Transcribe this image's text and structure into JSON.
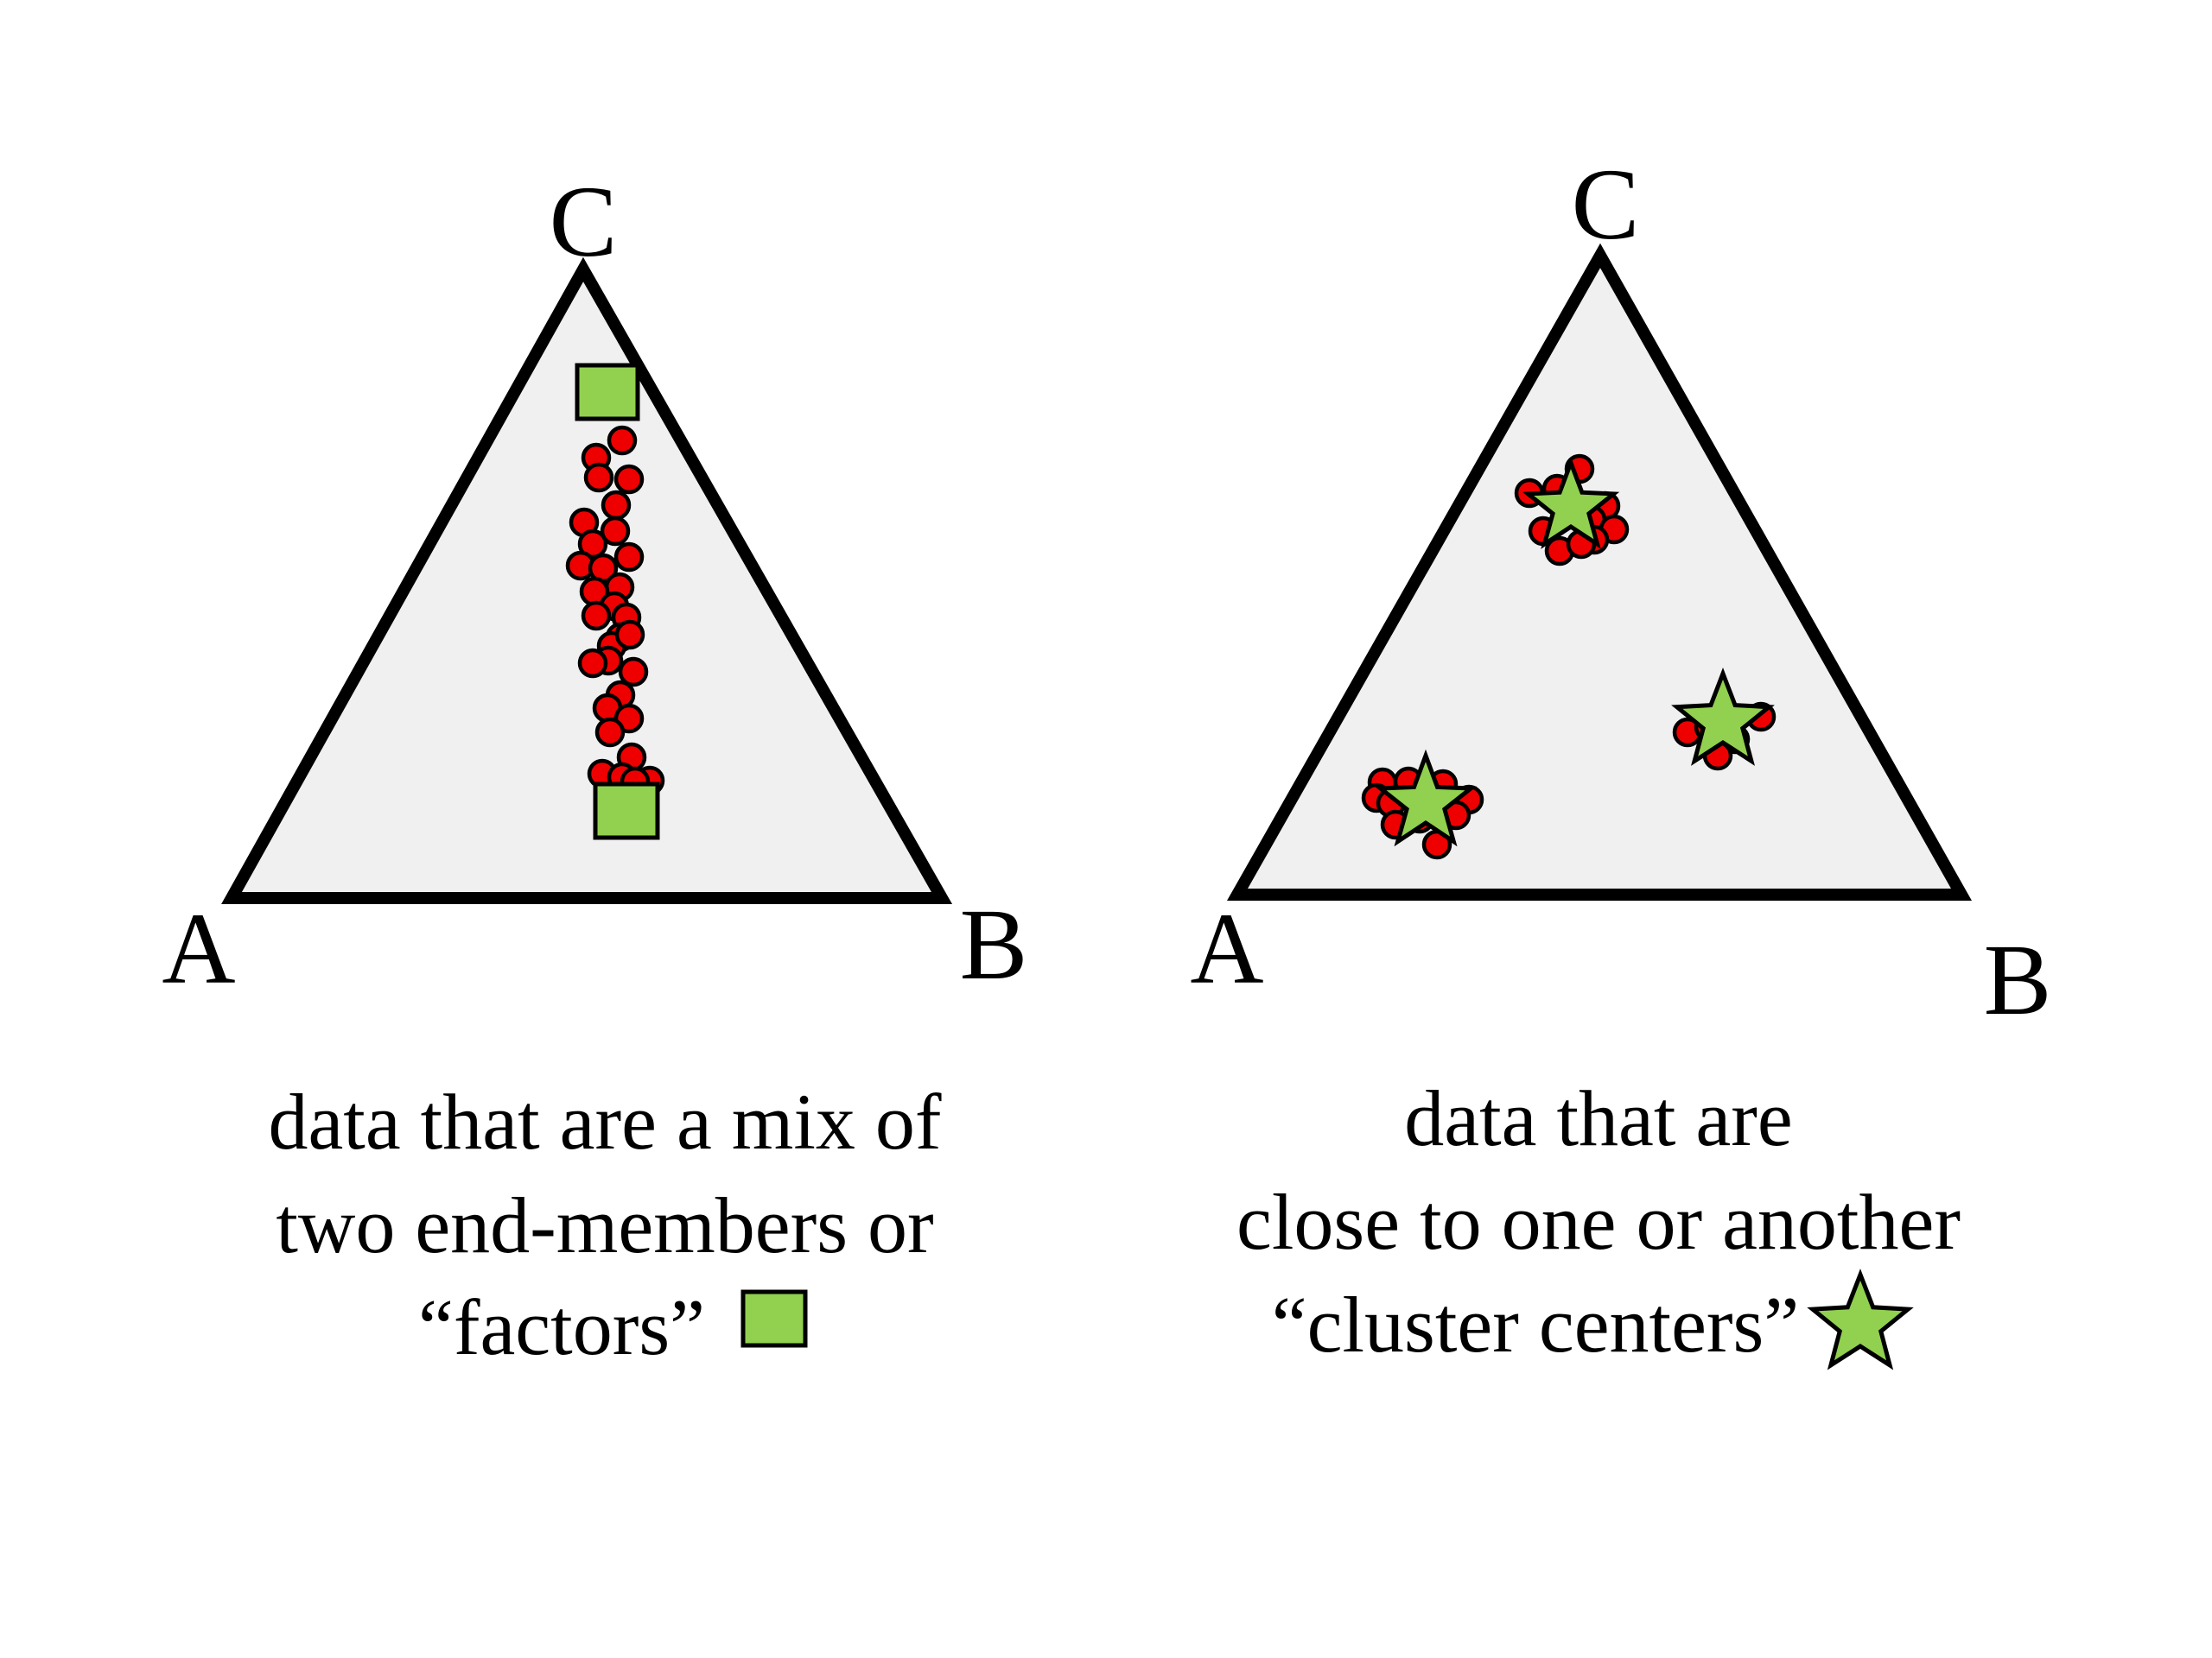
{
  "left_panel": {
    "vertices": {
      "a": "A",
      "b": "B",
      "c": "C"
    },
    "caption_lines": [
      "data that are a mix of",
      "two end-members or",
      "“factors”"
    ],
    "legend_marker": "square",
    "marker_color": "#92d050",
    "point_color": "#ee0000"
  },
  "right_panel": {
    "vertices": {
      "a": "A",
      "b": "B",
      "c": "C"
    },
    "caption_lines": [
      "data that are",
      "close to one or another",
      "“cluster centers”"
    ],
    "legend_marker": "star",
    "marker_color": "#92d050",
    "point_color": "#ee0000"
  }
}
